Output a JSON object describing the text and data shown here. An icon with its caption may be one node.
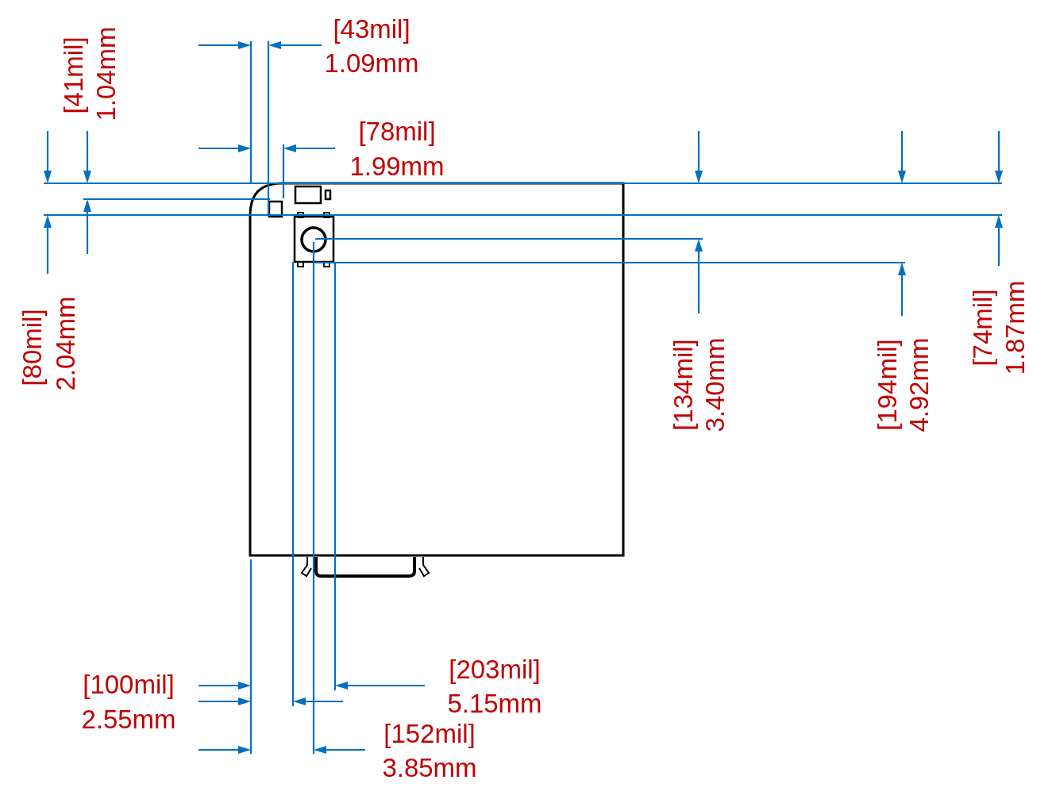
{
  "diagram": {
    "labels": [
      "[43mil]",
      "1.09mm",
      "[41mil]",
      "1.04mm",
      "[78mil]",
      "1.99mm",
      "[80mil]",
      "2.04mm",
      "[134mil]",
      "3.40mm",
      "[194mil]",
      "4.92mm",
      "[74mil]",
      "1.87mm",
      "[203mil]",
      "5.15mm",
      "[100mil]",
      "2.55mm",
      "[152mil]",
      "3.85mm"
    ]
  }
}
